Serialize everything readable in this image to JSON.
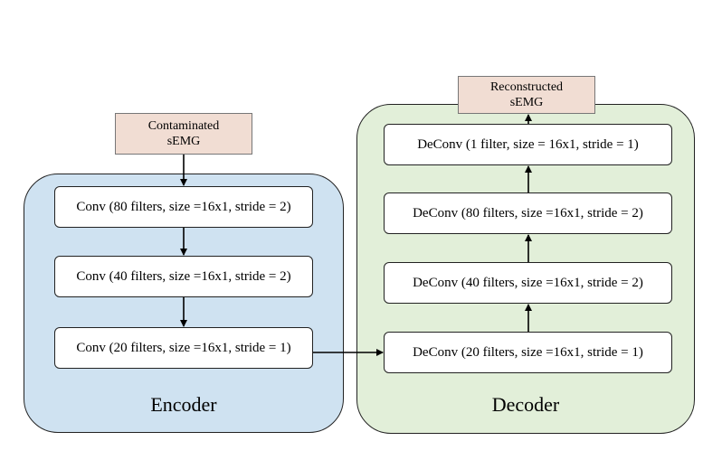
{
  "input": {
    "line1": "Contaminated",
    "line2": "sEMG"
  },
  "output": {
    "line1": "Reconstructed",
    "line2": "sEMG"
  },
  "encoder": {
    "label": "Encoder",
    "layers": [
      "Conv (80 filters, size =16x1, stride = 2)",
      "Conv (40 filters, size =16x1, stride = 2)",
      "Conv (20 filters, size =16x1, stride = 1)"
    ]
  },
  "decoder": {
    "label": "Decoder",
    "layers": [
      "DeConv (20 filters, size =16x1, stride = 1)",
      "DeConv (40 filters, size =16x1, stride = 2)",
      "DeConv (80 filters, size =16x1, stride = 2)",
      "DeConv (1 filter, size = 16x1, stride = 1)"
    ]
  },
  "colors": {
    "encoder_bg": "#cfe2f1",
    "decoder_bg": "#e2efd9",
    "io_bg": "#f1ddd3"
  }
}
